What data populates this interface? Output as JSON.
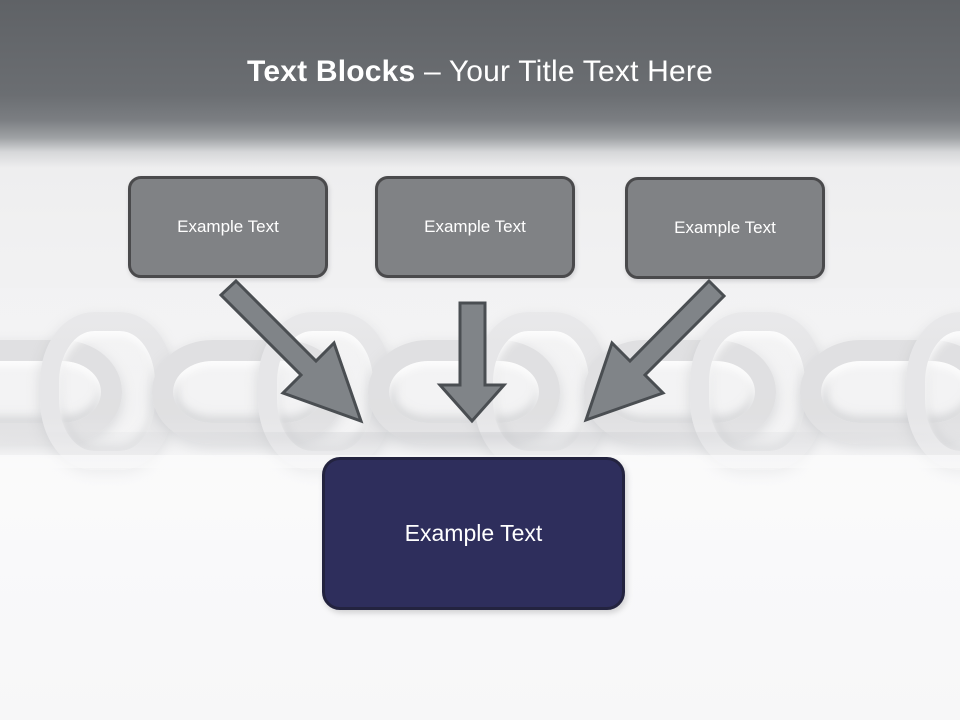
{
  "slide": {
    "title": {
      "bold_part": "Text Blocks",
      "rest_part": " – Your Title Text Here"
    },
    "background": {
      "image_subject": "metal-chain-photo",
      "top_band_color": "#64676b",
      "bottom_color": "#f7f7f8"
    },
    "colors": {
      "box_fill_gray": "#808285",
      "box_border_gray": "#4a4a4c",
      "box_fill_navy": "#2e2e5c",
      "box_border_navy": "#23233f",
      "arrow_fill": "#808488",
      "arrow_stroke": "#4a4e52",
      "text_on_box": "#ffffff",
      "title_text": "#ffffff"
    },
    "top_boxes": [
      {
        "label": "Example Text"
      },
      {
        "label": "Example Text"
      },
      {
        "label": "Example Text"
      }
    ],
    "bottom_box": {
      "label": "Example Text"
    },
    "arrows": [
      {
        "name": "arrow-left-diagonal",
        "direction": "down-right",
        "from_box": 1,
        "to_box": "bottom"
      },
      {
        "name": "arrow-middle-vertical",
        "direction": "down",
        "from_box": 2,
        "to_box": "bottom"
      },
      {
        "name": "arrow-right-diagonal",
        "direction": "down-left",
        "from_box": 3,
        "to_box": "bottom"
      }
    ]
  }
}
